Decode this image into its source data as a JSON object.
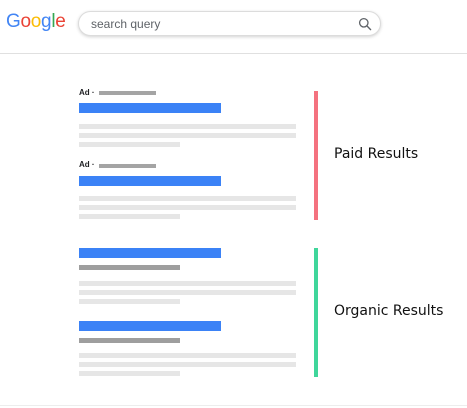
{
  "header": {
    "logo_letters": [
      {
        "char": "G",
        "color": "#4285f4"
      },
      {
        "char": "o",
        "color": "#ea4335"
      },
      {
        "char": "o",
        "color": "#fbbc05"
      },
      {
        "char": "g",
        "color": "#4285f4"
      },
      {
        "char": "l",
        "color": "#34a853"
      },
      {
        "char": "e",
        "color": "#ea4335"
      }
    ],
    "search": {
      "placeholder": "search query",
      "icon": "search-icon"
    }
  },
  "ads": [
    {
      "label": "Ad ·"
    },
    {
      "label": "Ad ·"
    }
  ],
  "sections": {
    "paid": {
      "label": "Paid Results",
      "color": "#f4727f"
    },
    "organic": {
      "label": "Organic Results",
      "color": "#3fd69b"
    }
  },
  "colors": {
    "title_bar": "#3b82f6",
    "url_bar": "#9e9e9e",
    "text_bar": "#e6e6e6"
  }
}
